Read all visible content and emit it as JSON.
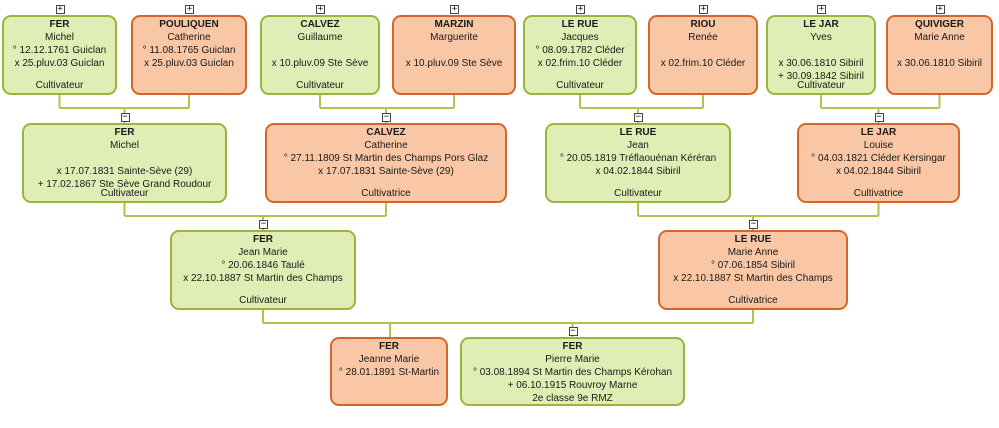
{
  "colors": {
    "male_fill": "#e0edb5",
    "male_border": "#9ab43e",
    "female_fill": "#f9c7a6",
    "female_border": "#d3672b",
    "line": "#b3c24a"
  },
  "people": {
    "p1": {
      "sex": "m",
      "surname": "FER",
      "given": "Michel",
      "events": [
        "° 12.12.1761 Guiclan",
        "x 25.pluv.03 Guiclan"
      ],
      "occupation": "Cultivateur",
      "toggle": "+"
    },
    "p2": {
      "sex": "f",
      "surname": "POULIQUEN",
      "given": "Catherine",
      "events": [
        "° 11.08.1765 Guiclan",
        "x 25.pluv.03 Guiclan"
      ],
      "occupation": "",
      "toggle": "+"
    },
    "p3": {
      "sex": "m",
      "surname": "CALVEZ",
      "given": "Guillaume",
      "events": [
        "",
        "x 10.pluv.09 Ste Sève"
      ],
      "occupation": "Cultivateur",
      "toggle": "+"
    },
    "p4": {
      "sex": "f",
      "surname": "MARZIN",
      "given": "Marguerite",
      "events": [
        "",
        "x 10.pluv.09 Ste Sève"
      ],
      "occupation": "",
      "toggle": "+"
    },
    "p5": {
      "sex": "m",
      "surname": "LE RUE",
      "given": "Jacques",
      "events": [
        "° 08.09.1782 Cléder",
        "x 02.frim.10 Cléder"
      ],
      "occupation": "Cultivateur",
      "toggle": "+"
    },
    "p6": {
      "sex": "f",
      "surname": "RIOU",
      "given": "Renée",
      "events": [
        "",
        "x 02.frim.10 Cléder"
      ],
      "occupation": "",
      "toggle": "+"
    },
    "p7": {
      "sex": "m",
      "surname": "LE JAR",
      "given": "Yves",
      "events": [
        "",
        "x 30.06.1810 Sibiril",
        "+ 30.09.1842 Sibiril"
      ],
      "occupation": "Cultivateur",
      "toggle": "+"
    },
    "p8": {
      "sex": "f",
      "surname": "QUIVIGER",
      "given": "Marie Anne",
      "events": [
        "",
        "x 30.06.1810 Sibiril"
      ],
      "occupation": "",
      "toggle": "+"
    },
    "p9": {
      "sex": "m",
      "surname": "FER",
      "given": "Michel",
      "events": [
        "",
        "x 17.07.1831 Sainte-Sève (29)",
        "+ 17.02.1867 Ste Sève Grand Roudour"
      ],
      "occupation": "Cultivateur",
      "toggle": "−"
    },
    "p10": {
      "sex": "f",
      "surname": "CALVEZ",
      "given": "Catherine",
      "events": [
        "° 27.11.1809 St Martin des Champs Pors Glaz",
        "x 17.07.1831 Sainte-Sève (29)"
      ],
      "occupation": "Cultivatrice",
      "toggle": "−"
    },
    "p11": {
      "sex": "m",
      "surname": "LE RUE",
      "given": "Jean",
      "events": [
        "° 20.05.1819 Tréflaouénan Kéréran",
        "x 04.02.1844 Sibiril"
      ],
      "occupation": "Cultivateur",
      "toggle": "−"
    },
    "p12": {
      "sex": "f",
      "surname": "LE JAR",
      "given": "Louise",
      "events": [
        "° 04.03.1821 Cléder Kersingar",
        "x 04.02.1844 Sibiril"
      ],
      "occupation": "Cultivatrice",
      "toggle": "−"
    },
    "p13": {
      "sex": "m",
      "surname": "FER",
      "given": "Jean Marie",
      "events": [
        "° 20.06.1846 Taulé",
        "x 22.10.1887 St Martin des Champs"
      ],
      "occupation": "Cultivateur",
      "toggle": "−"
    },
    "p14": {
      "sex": "f",
      "surname": "LE RUE",
      "given": "Marie Anne",
      "events": [
        "° 07.06.1854 Sibiril",
        "x 22.10.1887 St Martin des Champs"
      ],
      "occupation": "Cultivatrice",
      "toggle": "−"
    },
    "p15": {
      "sex": "f",
      "surname": "FER",
      "given": "Jeanne Marie",
      "events": [
        "° 28.01.1891 St-Martin"
      ],
      "occupation": "",
      "toggle": ""
    },
    "p16": {
      "sex": "m",
      "surname": "FER",
      "given": "Pierre Marie",
      "events": [
        "° 03.08.1894 St Martin des Champs Kérohan",
        "+ 06.10.1915 Rouvroy Marne",
        "2e classe 9e RMZ"
      ],
      "occupation": "",
      "toggle": "−"
    }
  }
}
